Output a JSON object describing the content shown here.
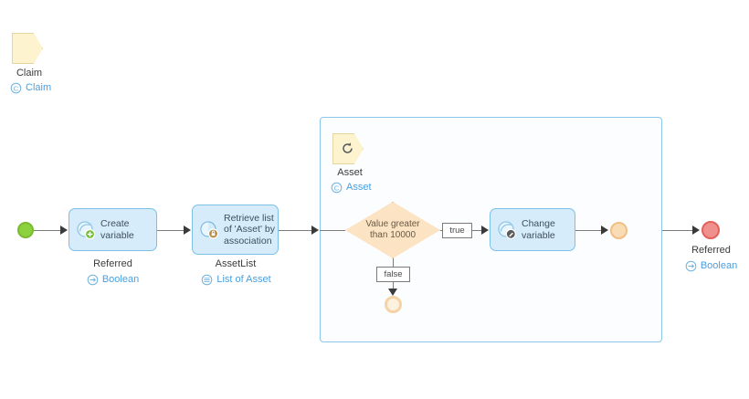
{
  "diagram": {
    "type": "microflow",
    "parameter": {
      "name": "Claim",
      "entity_type": "Claim",
      "type_icon": "entity-icon"
    },
    "start_event": {
      "icon": "start-event-icon"
    },
    "activities": [
      {
        "id": "create-variable",
        "label": "Create\nvariable",
        "icon": "create-variable-icon",
        "caption_name": "Referred",
        "caption_type": "Boolean",
        "caption_type_icon": "boolean-icon"
      },
      {
        "id": "retrieve-list",
        "label": "Retrieve list\nof 'Asset' by\nassociation",
        "icon": "retrieve-icon",
        "caption_name": "AssetList",
        "caption_type": "List of Asset",
        "caption_type_icon": "list-icon"
      },
      {
        "id": "change-variable",
        "label": "Change\nvariable",
        "icon": "change-variable-icon",
        "caption_name": "",
        "caption_type": "",
        "caption_type_icon": ""
      }
    ],
    "loop": {
      "iterator": {
        "name": "Asset",
        "entity_type": "Asset",
        "type_icon": "entity-icon",
        "shape_icon": "loop-iterator-icon"
      },
      "decision": {
        "label": "Value greater\nthan 10000",
        "branches": [
          {
            "label": "true"
          },
          {
            "label": "false"
          }
        ]
      },
      "inner_end": {
        "icon": "end-event-icon"
      },
      "false_end": {
        "icon": "end-event-ring-icon"
      }
    },
    "end_event": {
      "icon": "end-event-red-icon",
      "caption_name": "Referred",
      "caption_type": "Boolean",
      "caption_type_icon": "boolean-icon"
    },
    "colors": {
      "activity_fill": "#d6ecfa",
      "activity_border": "#7cc0e8",
      "entity_fill": "#fdf3cf",
      "decision_fill": "#fbe3c4",
      "start_green": "#8ed13f",
      "end_red": "#f0908c",
      "container_border": "#8cc6ea",
      "type_link": "#4a9fe0"
    }
  }
}
